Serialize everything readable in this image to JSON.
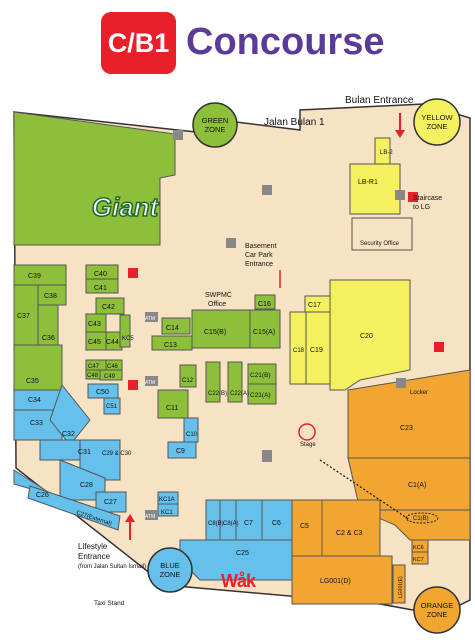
{
  "header": {
    "badge": "C/B1",
    "title": "Concourse"
  },
  "street_label": "Jalan Bulan 1",
  "bulan_entrance": "Bulan Entrance",
  "zones": {
    "green": [
      "GREEN",
      "ZONE"
    ],
    "yellow": [
      "YELLOW",
      "ZONE"
    ],
    "blue": [
      "BLUE",
      "ZONE"
    ],
    "orange": [
      "ORANGE",
      "ZONE"
    ]
  },
  "anchor": "Giant",
  "labels": {
    "swpmc": [
      "SWPMC",
      "Office"
    ],
    "basement": [
      "Basement",
      "Car Park",
      "Entrance"
    ],
    "staircase": [
      "Staircase",
      "to LG"
    ],
    "security": "Security Office",
    "locker": "Locker",
    "stage": "Stage",
    "lifestyle": [
      "Lifestyle",
      "Entrance"
    ],
    "lifestyle_sub": "(from Jalan Sultan Ismail)",
    "taxi": "Taxi Stand",
    "atm": "ATM",
    "wak": "Wåk"
  },
  "units": {
    "lb2": "LB-2",
    "lbr1": "LB-R1",
    "c39": "C39",
    "c38": "C38",
    "c37": "C37",
    "c36": "C36",
    "c35": "C35",
    "c40": "C40",
    "c41": "C41",
    "c42": "C42",
    "c43": "C43",
    "c45": "C45",
    "c44": "C44",
    "kc5": "KC5",
    "c47": "C47",
    "c46": "C46",
    "c48": "C48",
    "c49": "C49",
    "c50": "C50",
    "c51": "C51",
    "c14": "C14",
    "c13": "C13",
    "c16": "C16",
    "c15b": "C15(B)",
    "c15a": "C15(A)",
    "c17": "C17",
    "c18": "C18",
    "c19": "C19",
    "c20": "C20",
    "c12": "C12",
    "c11": "C11",
    "c10": "C10",
    "c9": "C9",
    "c22b": "C22(B)",
    "c22a": "C22(A)",
    "c21b": "C21(B)",
    "c21a": "C21(A)",
    "c34": "C34",
    "c33": "C33",
    "c32": "C32",
    "c31": "C31",
    "c29c30": "C29\n&\nC30",
    "c28": "C28",
    "c26": "C26",
    "c27": "C27",
    "c27ext": "C27(External)",
    "kc1a": "KC1A",
    "kc1": "KC1",
    "c8b": "C8(B)",
    "c8a": "C8(A)",
    "c7": "C7",
    "c6": "C6",
    "c25": "C25",
    "c5": "C5",
    "c2c3": "C2 & C3",
    "lg001d": "LG001(D)",
    "lg001e": "LG001(E)",
    "c23": "C23",
    "c1a": "C1(A)",
    "c1b": "C1(B)",
    "kc6": "KC6",
    "kc7": "KC7"
  },
  "colors": {
    "green": "#8dbf3a",
    "blue": "#65c1ec",
    "yellow": "#f4f060",
    "orange": "#f2a631",
    "corridor": "#f7e3c4",
    "red": "#e8202a",
    "purple": "#5a3b9a",
    "grey": "#9a9a9a"
  }
}
